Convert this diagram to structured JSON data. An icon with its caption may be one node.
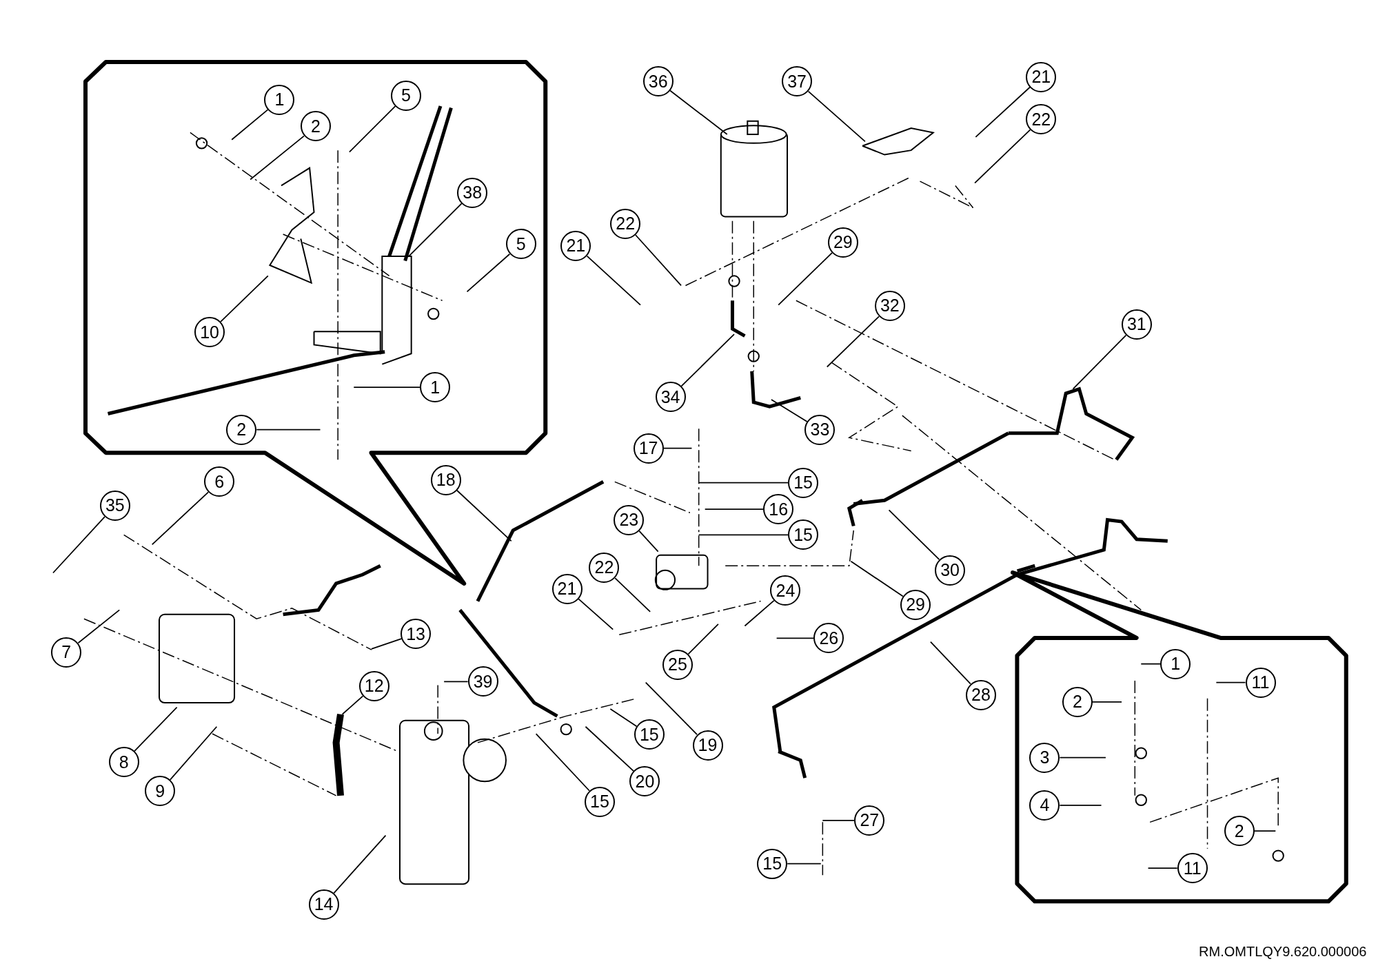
{
  "diagram": {
    "nodes": [
      {
        "text": [],
        "shape": "box"
      },
      {
        "text": [
          "1"
        ],
        "in": 0
      },
      {
        "text": [
          "2"
        ],
        "in": 0
      },
      {
        "text": [
          "5"
        ],
        "in": 0
      },
      {
        "text": [
          "38"
        ],
        "in": 0
      },
      {
        "text": [
          "5"
        ],
        "in": 0
      },
      {
        "text": [
          "10"
        ],
        "in": 0
      },
      {
        "text": [
          "1"
        ],
        "in": 0
      },
      {
        "text": [
          "2"
        ],
        "in": 0
      },
      {
        "text": [
          "36"
        ]
      },
      {
        "text": [
          "37"
        ]
      },
      {
        "text": [
          "21"
        ]
      },
      {
        "text": [
          "22"
        ]
      },
      {
        "text": [
          "22"
        ]
      },
      {
        "text": [
          "21"
        ]
      },
      {
        "text": [
          "29"
        ]
      },
      {
        "text": [
          "32"
        ]
      },
      {
        "text": [
          "31"
        ]
      },
      {
        "text": [
          "34"
        ]
      },
      {
        "text": [
          "33"
        ]
      },
      {
        "text": [
          "17"
        ]
      },
      {
        "text": [
          "15"
        ]
      },
      {
        "text": [
          "18"
        ]
      },
      {
        "text": [
          "16"
        ]
      },
      {
        "text": [
          "6"
        ]
      },
      {
        "text": [
          "35"
        ]
      },
      {
        "text": [
          "23"
        ]
      },
      {
        "text": [
          "15"
        ]
      },
      {
        "text": [
          "30"
        ]
      },
      {
        "text": [
          "22"
        ]
      },
      {
        "text": [
          "21"
        ]
      },
      {
        "text": [
          "24"
        ]
      },
      {
        "text": [
          "29"
        ]
      },
      {
        "text": [
          "13"
        ]
      },
      {
        "text": [
          "26"
        ]
      },
      {
        "text": [
          "7"
        ]
      },
      {
        "text": [
          "25"
        ]
      },
      {
        "text": [
          "39"
        ]
      },
      {
        "text": [
          "12"
        ]
      },
      {
        "text": [
          "28"
        ]
      },
      {
        "text": [
          "15"
        ]
      },
      {
        "text": [
          "19"
        ]
      },
      {
        "text": [
          "8"
        ]
      },
      {
        "text": [
          "20"
        ]
      },
      {
        "text": [
          "9"
        ]
      },
      {
        "text": [
          "15"
        ]
      },
      {
        "text": [
          "27"
        ]
      },
      {
        "text": [
          "15"
        ]
      },
      {
        "text": [
          "14"
        ]
      },
      {
        "text": [],
        "shape": "box"
      },
      {
        "text": [
          "1"
        ],
        "in": 49
      },
      {
        "text": [
          "11"
        ],
        "in": 49
      },
      {
        "text": [
          "2"
        ],
        "in": 49
      },
      {
        "text": [
          "3"
        ],
        "in": 49
      },
      {
        "text": [
          "4"
        ],
        "in": 49
      },
      {
        "text": [
          "2"
        ],
        "in": 49
      },
      {
        "text": [
          "11"
        ],
        "in": 49
      }
    ],
    "edges": [
      {
        "from": 1,
        "to": null,
        "arrow": "none"
      },
      {
        "from": 2,
        "to": null,
        "arrow": "none"
      },
      {
        "from": 3,
        "to": null,
        "arrow": "none"
      },
      {
        "from": 4,
        "to": null,
        "arrow": "none"
      },
      {
        "from": 5,
        "to": null,
        "arrow": "none"
      },
      {
        "from": 6,
        "to": null,
        "arrow": "none"
      },
      {
        "from": 7,
        "to": null,
        "arrow": "none"
      },
      {
        "from": 8,
        "to": null,
        "arrow": "none"
      },
      {
        "from": 9,
        "to": null,
        "arrow": "none"
      },
      {
        "from": 10,
        "to": null,
        "arrow": "none"
      },
      {
        "from": 11,
        "to": null,
        "arrow": "none"
      },
      {
        "from": 12,
        "to": null,
        "arrow": "none"
      },
      {
        "from": 13,
        "to": null,
        "arrow": "none"
      },
      {
        "from": 14,
        "to": null,
        "arrow": "none"
      },
      {
        "from": 15,
        "to": null,
        "arrow": "none"
      },
      {
        "from": 16,
        "to": null,
        "arrow": "none"
      },
      {
        "from": 17,
        "to": null,
        "arrow": "none"
      },
      {
        "from": 18,
        "to": null,
        "arrow": "none"
      },
      {
        "from": 19,
        "to": null,
        "arrow": "none"
      },
      {
        "from": 20,
        "to": null,
        "arrow": "none"
      },
      {
        "from": 21,
        "to": null,
        "arrow": "none"
      },
      {
        "from": 22,
        "to": null,
        "arrow": "none"
      },
      {
        "from": 23,
        "to": null,
        "arrow": "none"
      },
      {
        "from": 24,
        "to": null,
        "arrow": "none"
      },
      {
        "from": 25,
        "to": null,
        "arrow": "none"
      },
      {
        "from": 26,
        "to": null,
        "arrow": "none"
      },
      {
        "from": 27,
        "to": null,
        "arrow": "none"
      },
      {
        "from": 28,
        "to": null,
        "arrow": "none"
      },
      {
        "from": 29,
        "to": null,
        "arrow": "none"
      },
      {
        "from": 30,
        "to": null,
        "arrow": "none"
      },
      {
        "from": 31,
        "to": null,
        "arrow": "none"
      },
      {
        "from": 32,
        "to": null,
        "arrow": "none"
      },
      {
        "from": 33,
        "to": null,
        "arrow": "none"
      },
      {
        "from": 34,
        "to": null,
        "arrow": "none"
      },
      {
        "from": 35,
        "to": null,
        "arrow": "none"
      },
      {
        "from": 36,
        "to": null,
        "arrow": "none"
      },
      {
        "from": 37,
        "to": null,
        "arrow": "none"
      },
      {
        "from": 38,
        "to": null,
        "arrow": "none"
      },
      {
        "from": 39,
        "to": null,
        "arrow": "none"
      },
      {
        "from": 40,
        "to": null,
        "arrow": "none"
      },
      {
        "from": 41,
        "to": null,
        "arrow": "none"
      },
      {
        "from": 42,
        "to": null,
        "arrow": "none"
      },
      {
        "from": 43,
        "to": null,
        "arrow": "none"
      },
      {
        "from": 44,
        "to": null,
        "arrow": "none"
      },
      {
        "from": 45,
        "to": null,
        "arrow": "none"
      },
      {
        "from": 46,
        "to": null,
        "arrow": "none"
      },
      {
        "from": 47,
        "to": null,
        "arrow": "none"
      },
      {
        "from": 48,
        "to": null,
        "arrow": "none"
      },
      {
        "from": 50,
        "to": null,
        "arrow": "none"
      },
      {
        "from": 51,
        "to": null,
        "arrow": "none"
      },
      {
        "from": 52,
        "to": null,
        "arrow": "none"
      },
      {
        "from": 53,
        "to": null,
        "arrow": "none"
      },
      {
        "from": 54,
        "to": null,
        "arrow": "none"
      },
      {
        "from": 55,
        "to": null,
        "arrow": "none"
      },
      {
        "from": 56,
        "to": null,
        "arrow": "none"
      }
    ],
    "labels": [
      "RM.OMTLQY9.620.000006"
    ]
  }
}
